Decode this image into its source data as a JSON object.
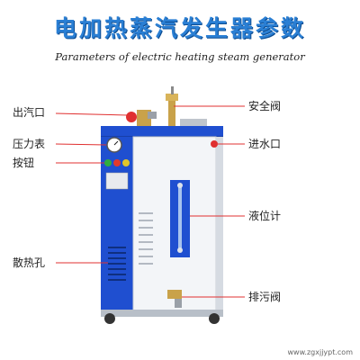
{
  "title": "电加热蒸汽发生器参数",
  "subtitle": "Parameters of electric heating steam generator",
  "labels": {
    "steam_outlet": "出汽口",
    "safety_valve": "安全阀",
    "pressure_gauge": "压力表",
    "water_inlet": "进水口",
    "button": "按钮",
    "level_gauge": "液位计",
    "vent_holes": "散热孔",
    "drain_valve": "排污阀"
  },
  "watermark": "www.zgxjjypt.com",
  "colors": {
    "accent": "#2a7fd4",
    "body_blue": "#1f4fd0",
    "leader_red": "#e03030"
  }
}
